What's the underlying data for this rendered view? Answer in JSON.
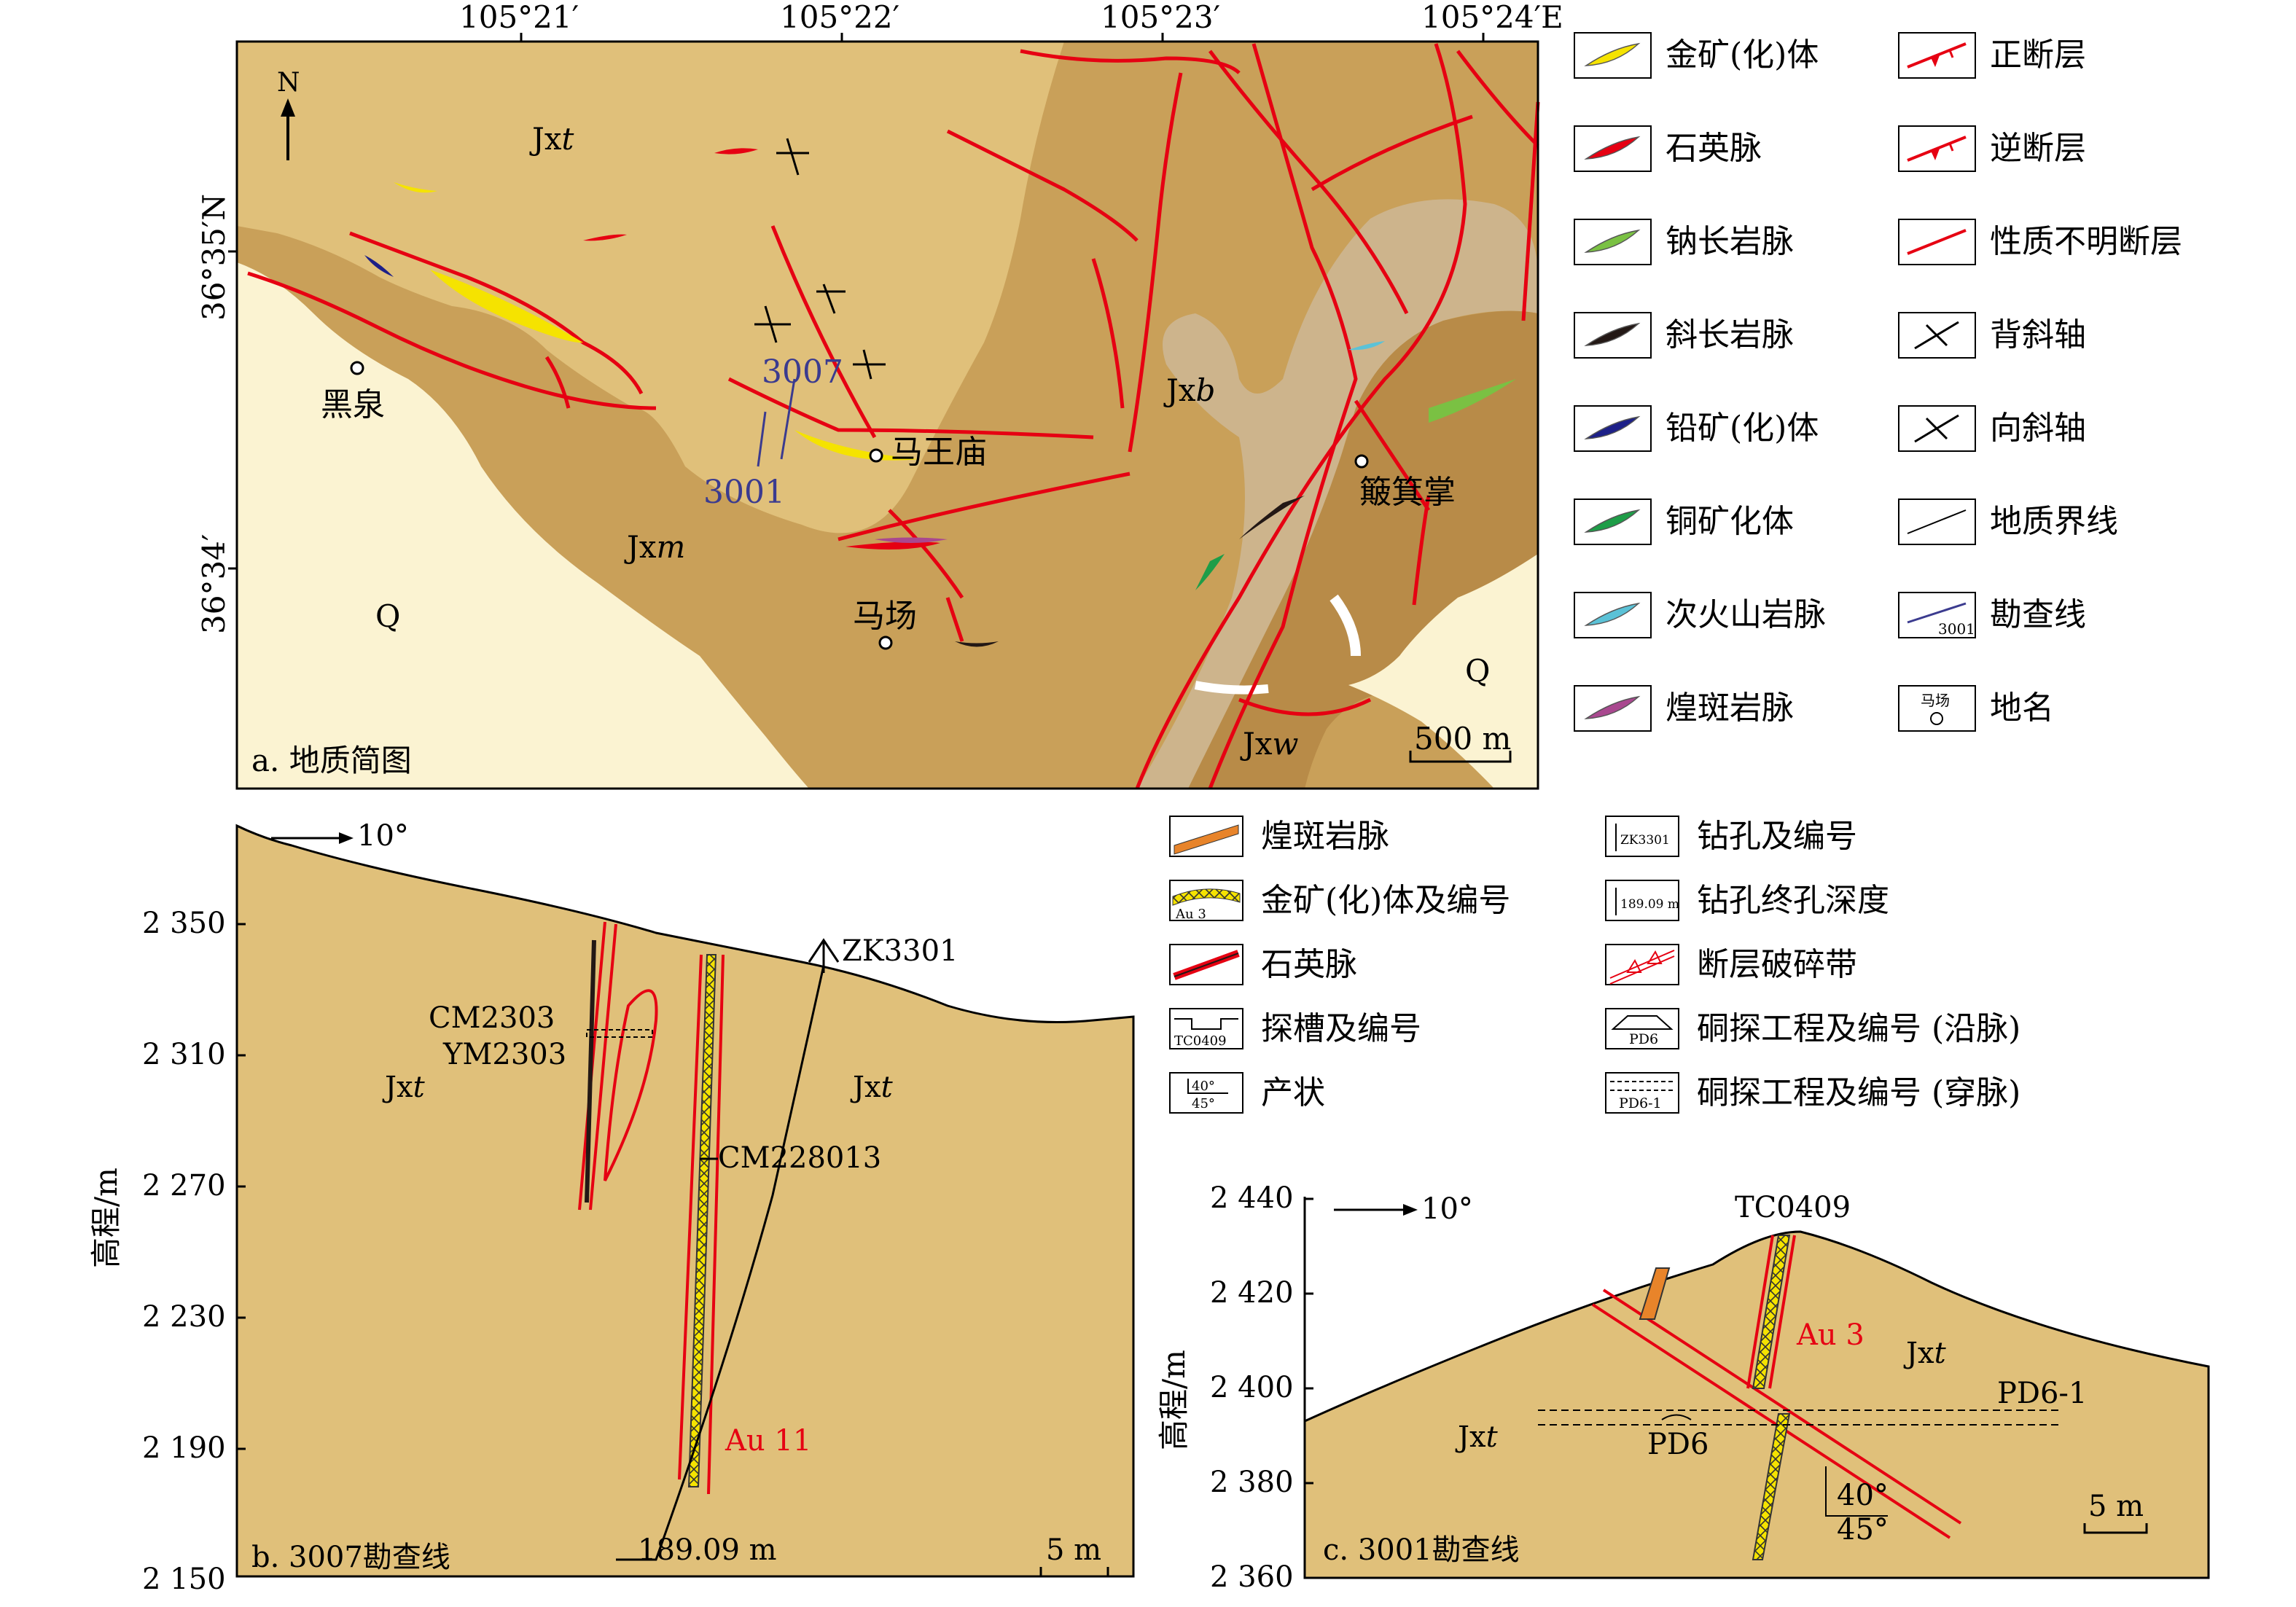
{
  "map": {
    "lon_ticks": [
      "105°21′",
      "105°22′",
      "105°23′",
      "105°24′E"
    ],
    "lat_ticks": [
      "36°35′N",
      "36°34′"
    ],
    "north": "N",
    "caption": "a. 地质简图",
    "scale": "500 m",
    "places": {
      "heiquan": "黑泉",
      "mawangmiao": "马王庙",
      "machang": "马场",
      "bojizhang": "簸箕掌"
    },
    "line_labels": {
      "l3007": "3007",
      "l3001": "3001"
    },
    "units": {
      "jxt": "Jx",
      "jxt_i": "t",
      "jxm": "Jx",
      "jxm_i": "m",
      "jxb": "Jx",
      "jxb_i": "b",
      "jxw": "Jx",
      "jxw_i": "w",
      "q1": "Q",
      "q2": "Q"
    }
  },
  "legend_a": [
    {
      "label": "金矿(化)体",
      "color": "#f5e300"
    },
    {
      "label": "石英脉",
      "color": "#e60012"
    },
    {
      "label": "钠长岩脉",
      "color": "#7ac143"
    },
    {
      "label": "斜长岩脉",
      "color": "#231815"
    },
    {
      "label": "铅矿(化)体",
      "color": "#1d2088"
    },
    {
      "label": "铜矿化体",
      "color": "#1e9d48"
    },
    {
      "label": "次火山岩脉",
      "color": "#5bc2d7"
    },
    {
      "label": "煌斑岩脉",
      "color": "#a9488f"
    },
    {
      "label": "正断层",
      "icon": "normal-fault"
    },
    {
      "label": "逆断层",
      "icon": "reverse-fault"
    },
    {
      "label": "性质不明断层",
      "icon": "unknown-fault"
    },
    {
      "label": "背斜轴",
      "icon": "anticline"
    },
    {
      "label": "向斜轴",
      "icon": "syncline"
    },
    {
      "label": "地质界线",
      "icon": "boundary"
    },
    {
      "label": "勘查线",
      "icon": "exploration-line",
      "sample": "3001"
    },
    {
      "label": "地名",
      "icon": "place",
      "sample": "马场"
    }
  ],
  "legend_b": [
    {
      "label": "煌斑岩脉",
      "icon": "lamprophyre"
    },
    {
      "label": "金矿(化)体及编号",
      "icon": "gold-body",
      "sample": "Au 3"
    },
    {
      "label": "石英脉",
      "icon": "quartz"
    },
    {
      "label": "探槽及编号",
      "icon": "trench",
      "sample": "TC0409"
    },
    {
      "label": "产状",
      "icon": "attitude",
      "sample_top": "40°",
      "sample_bottom": "45°"
    },
    {
      "label": "钻孔及编号",
      "icon": "drill",
      "sample": "ZK3301"
    },
    {
      "label": "钻孔终孔深度",
      "icon": "drill-depth",
      "sample": "189.09 m"
    },
    {
      "label": "断层破碎带",
      "icon": "fault-breccia"
    },
    {
      "label": "硐探工程及编号 (沿脉)",
      "icon": "adit-along",
      "sample": "PD6"
    },
    {
      "label": "硐探工程及编号 (穿脉)",
      "icon": "adit-cross",
      "sample": "PD6-1"
    }
  ],
  "section_b": {
    "caption": "b. 3007勘查线",
    "azimuth": "10°",
    "ylabel": "高程/m",
    "yticks": [
      "2 350",
      "2 310",
      "2 270",
      "2 230",
      "2 190",
      "2 150"
    ],
    "drill": "ZK3301",
    "drill_depth": "189.09 m",
    "labels": {
      "cm2303": "CM2303",
      "ym2303": "YM2303",
      "cm228013": "CM228013",
      "au11": "Au 11",
      "jxt1": "Jx",
      "jxt1_i": "t",
      "jxt2": "Jx",
      "jxt2_i": "t"
    },
    "scale": "5 m"
  },
  "section_c": {
    "caption": "c. 3001勘查线",
    "azimuth": "10°",
    "ylabel": "高程/m",
    "yticks": [
      "2 440",
      "2 420",
      "2 400",
      "2 380",
      "2 360"
    ],
    "labels": {
      "tc0409": "TC0409",
      "au3": "Au 3",
      "pd6": "PD6",
      "pd61": "PD6-1",
      "jxt1": "Jx",
      "jxt1_i": "t",
      "jxt2": "Jx",
      "jxt2_i": "t",
      "dip1": "40°",
      "dip2": "45°"
    },
    "scale": "5 m"
  }
}
